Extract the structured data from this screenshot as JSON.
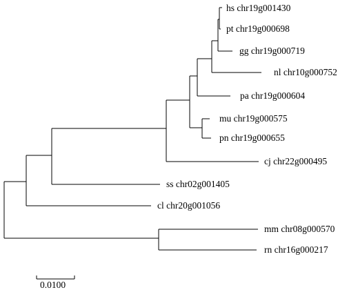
{
  "tree": {
    "leaves": [
      {
        "id": "hs",
        "label": "hs chr19g001430"
      },
      {
        "id": "pt",
        "label": "pt chr19g000698"
      },
      {
        "id": "gg",
        "label": "gg chr19g000719"
      },
      {
        "id": "nl",
        "label": "nl chr10g000752"
      },
      {
        "id": "pa",
        "label": "pa chr19g000604"
      },
      {
        "id": "mu",
        "label": "mu chr19g000575"
      },
      {
        "id": "pn",
        "label": "pn chr19g000655"
      },
      {
        "id": "cj",
        "label": "cj chr22g000495"
      },
      {
        "id": "ss",
        "label": "ss chr02g001405"
      },
      {
        "id": "cl",
        "label": "cl chr20g001056"
      },
      {
        "id": "mm",
        "label": "mm chr08g000570"
      },
      {
        "id": "rn",
        "label": "rn chr16g000217"
      }
    ]
  },
  "scale_bar": {
    "label": "0.0100"
  },
  "colors": {
    "line": "#000000",
    "text": "#000000",
    "background": "#ffffff"
  }
}
